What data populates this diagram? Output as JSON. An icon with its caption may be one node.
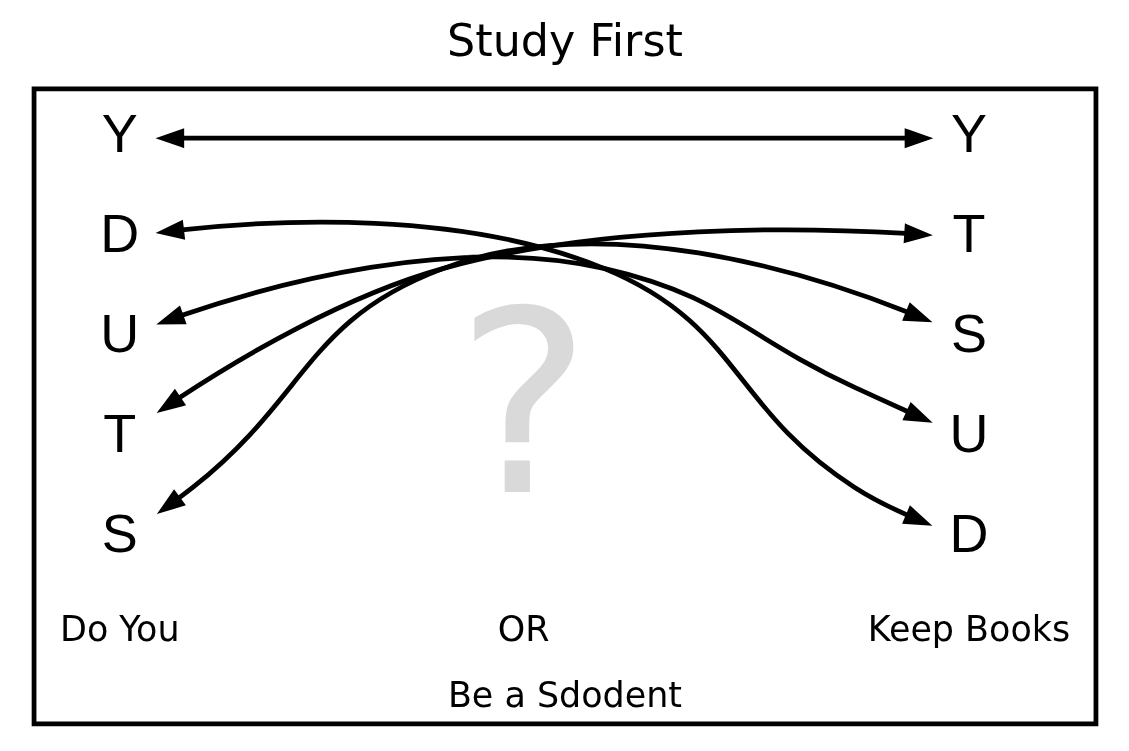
{
  "diagram": {
    "title": "Study First",
    "nodes": [
      {
        "text": [
          "Be a Sdodent"
        ]
      },
      {
        "text": [
          "S"
        ],
        "in": 0
      },
      {
        "text": [
          "T"
        ],
        "in": 0
      },
      {
        "text": [
          "U"
        ],
        "in": 0
      },
      {
        "text": [
          "D"
        ],
        "in": 0
      },
      {
        "text": [
          "Y"
        ],
        "in": 0
      },
      {
        "text": [
          "D"
        ],
        "in": 0
      },
      {
        "text": [
          "U"
        ],
        "in": 0
      },
      {
        "text": [
          "S"
        ],
        "in": 0
      },
      {
        "text": [
          "T"
        ],
        "in": 0
      },
      {
        "text": [
          "Y"
        ],
        "in": 0
      }
    ],
    "edges": [
      {
        "from": 1,
        "to": 8,
        "arrow": "both"
      },
      {
        "from": 2,
        "to": 9,
        "arrow": "both"
      },
      {
        "from": 3,
        "to": 7,
        "arrow": "both"
      },
      {
        "from": 4,
        "to": 6,
        "arrow": "both"
      },
      {
        "from": 5,
        "to": 10,
        "arrow": "both"
      }
    ],
    "labels": [
      "Do You",
      "OR",
      "Keep Books",
      "?"
    ]
  }
}
